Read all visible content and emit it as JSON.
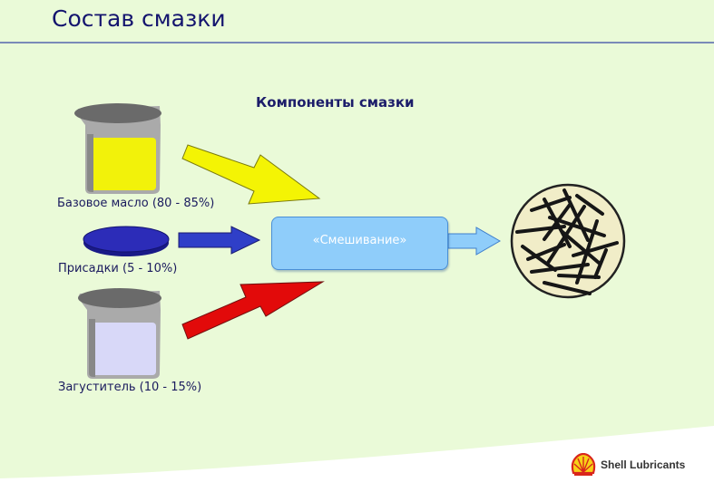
{
  "slide": {
    "title": "Состав смазки",
    "heading": "Компоненты смазки",
    "components": [
      {
        "label": "Базовое масло (80 - 85%)",
        "color": "#f2f20a"
      },
      {
        "label": "Присадки (5 - 10%)",
        "color": "#2c2cb8"
      },
      {
        "label": "Загуститель (10 - 15%)",
        "color": "#d8d8f8"
      }
    ],
    "process": {
      "label": "«Смешивание»",
      "color": "#8fcdfa"
    },
    "arrow_colors": {
      "top": "#f4f404",
      "middle": "#2f3fc8",
      "bottom": "#e20a0a",
      "output": "#8fcdfa"
    },
    "logo": {
      "text": "Shell Lubricants",
      "icon": "shell-logo-icon"
    }
  }
}
